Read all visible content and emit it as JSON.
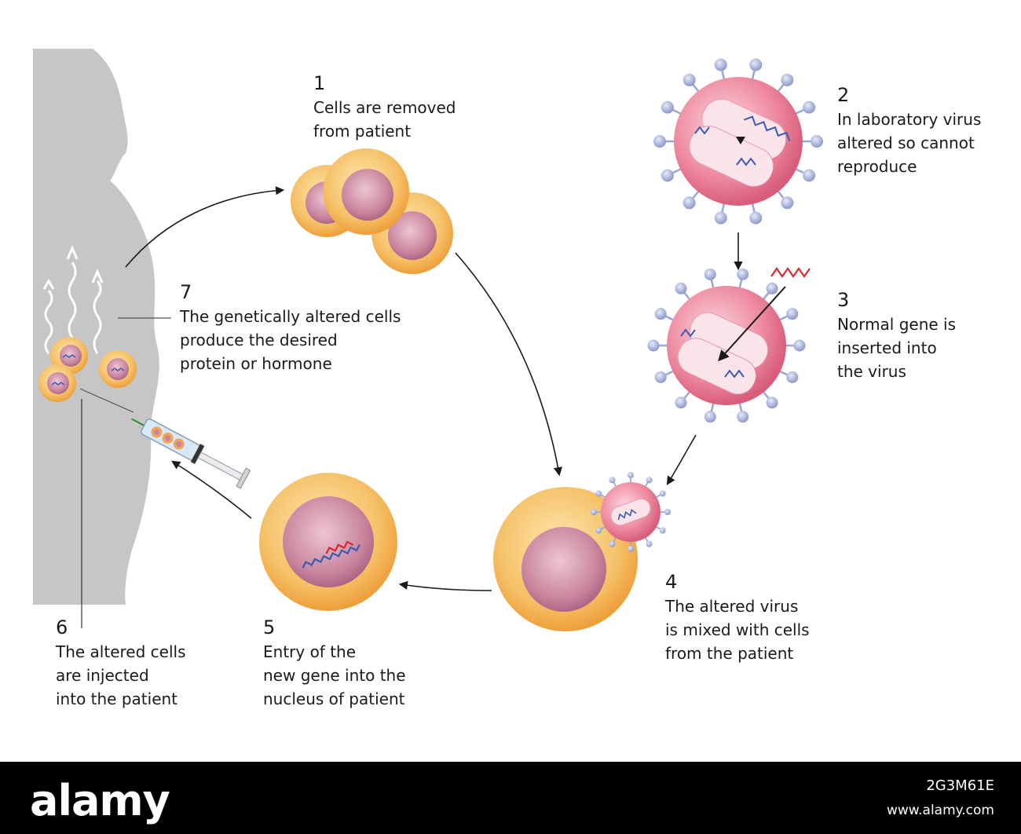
{
  "steps": [
    {
      "num": "1",
      "lines": [
        "Cells are removed",
        "from patient"
      ]
    },
    {
      "num": "2",
      "lines": [
        "In laboratory virus",
        "altered so cannot",
        "reproduce"
      ]
    },
    {
      "num": "3",
      "lines": [
        "Normal gene is",
        "inserted into",
        "the virus"
      ]
    },
    {
      "num": "4",
      "lines": [
        "The altered virus",
        "is mixed with cells",
        "from the patient"
      ]
    },
    {
      "num": "5",
      "lines": [
        "Entry of the",
        "new gene into the",
        "nucleus of patient"
      ]
    },
    {
      "num": "6",
      "lines": [
        "The altered cells",
        "are injected",
        "into the patient"
      ]
    },
    {
      "num": "7",
      "lines": [
        "The genetically altered cells",
        "produce the desired",
        "protein or hormone"
      ]
    }
  ],
  "footer": {
    "wordmark": "alamy",
    "image_id": "2G3M61E",
    "url": "www.alamy.com"
  },
  "colors": {
    "cytoplasm": "#f3b85a",
    "nucleus": "#c9849d",
    "virus": "#e86e88",
    "spike": "#9aa6d6",
    "dna_blue": "#3b5bb3",
    "dna_red": "#d9282f",
    "silhouette": "#c6c6c6",
    "arrow": "#1a1a1a"
  }
}
